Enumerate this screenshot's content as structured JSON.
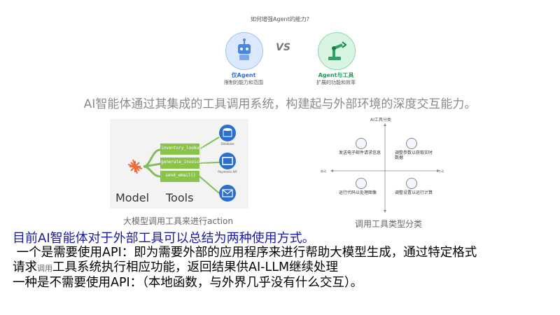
{
  "top": {
    "title": "如何增强Agent的能力?",
    "vs": "VS",
    "left_label": "仅Agent",
    "left_sub": "限制的能力和范围",
    "right_label": "Agent与工具",
    "right_sub": "扩展的功能和效率",
    "colors": {
      "left": "#2f6fd6",
      "right": "#1e9e5a"
    }
  },
  "headline": "AI智能体通过其集成的工具调用系统，构建起与外部环境的深度交互能力。",
  "diagram": {
    "model_label": "Model",
    "tools_label": "Tools",
    "tools": [
      "inventory_lookup()",
      "generate_invoice()",
      "send_email()"
    ],
    "tool_captions": [
      "Database",
      "Payments API",
      ""
    ],
    "caption": "大模型调用工具来进行action"
  },
  "quadrant": {
    "title": "AI工具分类",
    "caption": "调用工具类型分类",
    "axis_left": "被动",
    "axis_right": "主动",
    "items": [
      "发送电子邮件请求信息",
      "调整参数以获取实时数据",
      "运行代码以处理图像",
      "调整设置以运行计算"
    ]
  },
  "body": {
    "line1": "目前AI智能体对于外部工具可以总结为两种使用方式。",
    "line2": " 一个是需要使用API：即为需要外部的应用程序来进行帮助大模型生成，通过特定格式",
    "line3a": "请求",
    "line3b": "调用",
    "line3c": "工具系统执行相应功能，返回结果供AI-LLM继续处理",
    "line4": "一种是不需要使用API：（本地函数，与外界几乎没有什么交互）。"
  }
}
